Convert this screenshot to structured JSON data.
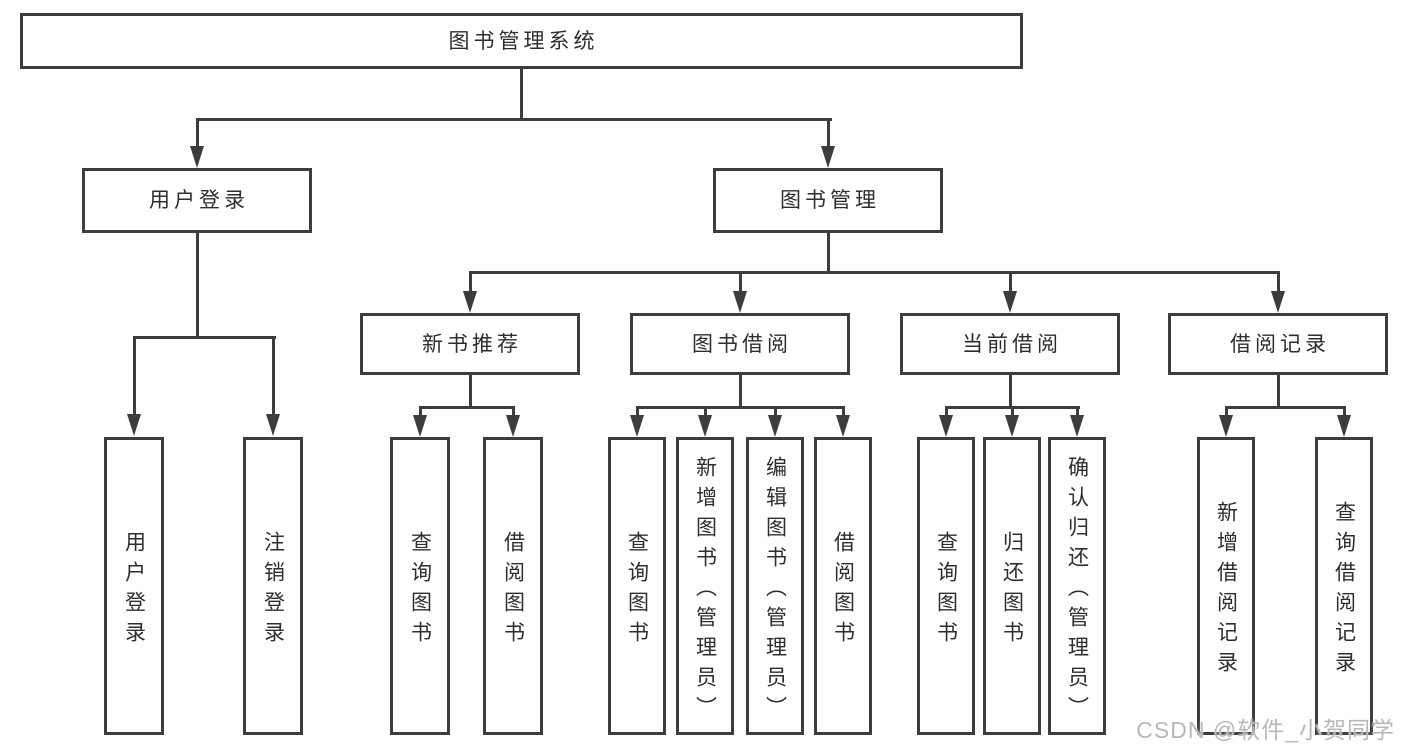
{
  "tree": {
    "label": "图书管理系统",
    "children": [
      {
        "label": "用户登录",
        "children": [
          {
            "label": "用户登录"
          },
          {
            "label": "注销登录"
          }
        ]
      },
      {
        "label": "图书管理",
        "children": [
          {
            "label": "新书推荐",
            "children": [
              {
                "label": "查询图书"
              },
              {
                "label": "借阅图书"
              }
            ]
          },
          {
            "label": "图书借阅",
            "children": [
              {
                "label": "查询图书"
              },
              {
                "label": "新增图书（管理员）"
              },
              {
                "label": "编辑图书（管理员）"
              },
              {
                "label": "借阅图书"
              }
            ]
          },
          {
            "label": "当前借阅",
            "children": [
              {
                "label": "查询图书"
              },
              {
                "label": "归还图书"
              },
              {
                "label": "确认归还（管理员）"
              }
            ]
          },
          {
            "label": "借阅记录",
            "children": [
              {
                "label": "新增借阅记录"
              },
              {
                "label": "查询借阅记录"
              }
            ]
          }
        ]
      }
    ]
  },
  "watermark": {
    "text": "CSDN @软件_小贺同学"
  },
  "colors": {
    "line": "#3d3d3d",
    "text": "#2e2e2e",
    "watermark": "#b8b8b8",
    "background": "#ffffff"
  }
}
